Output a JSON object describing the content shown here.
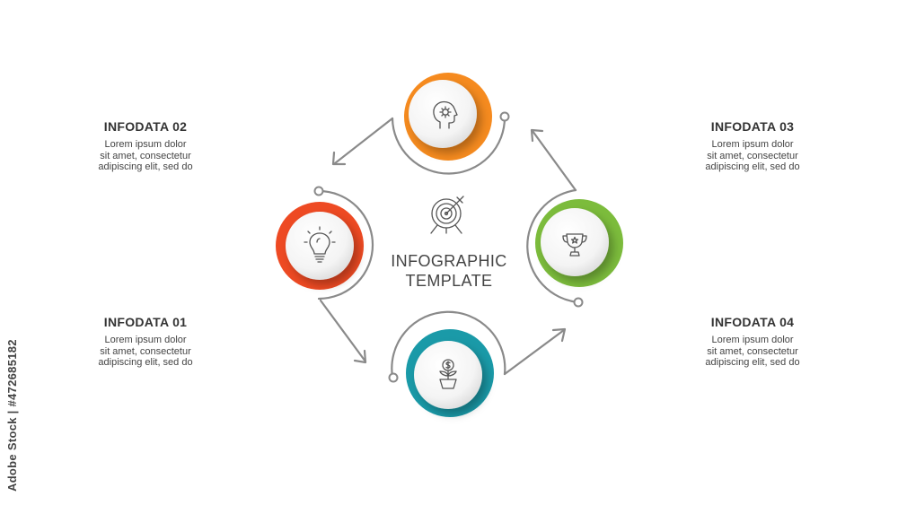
{
  "title_lines": [
    "INFOGRAPHIC",
    "TEMPLATE"
  ],
  "steps": [
    {
      "heading": "INFODATA 01",
      "body": [
        "Lorem ipsum dolor",
        "sit amet, consectetur",
        "adipiscing elit, sed do"
      ],
      "color": "#ee4a23",
      "icon": "lightbulb-icon"
    },
    {
      "heading": "INFODATA 02",
      "body": [
        "Lorem ipsum dolor",
        "sit amet, consectetur",
        "adipiscing elit, sed do"
      ],
      "color": "#f68b1f",
      "icon": "head-gear-icon"
    },
    {
      "heading": "INFODATA 03",
      "body": [
        "Lorem ipsum dolor",
        "sit amet, consectetur",
        "adipiscing elit, sed do"
      ],
      "color": "#7cbc3c",
      "icon": "trophy-icon"
    },
    {
      "heading": "INFODATA 04",
      "body": [
        "Lorem ipsum dolor",
        "sit amet, consectetur",
        "adipiscing elit, sed do"
      ],
      "color": "#1a9aa8",
      "icon": "money-plant-icon"
    }
  ],
  "center_icon": "target-icon",
  "colors": {
    "line": "#8a8a8a",
    "text": "#444444"
  },
  "watermark": "Adobe Stock | #472685182"
}
